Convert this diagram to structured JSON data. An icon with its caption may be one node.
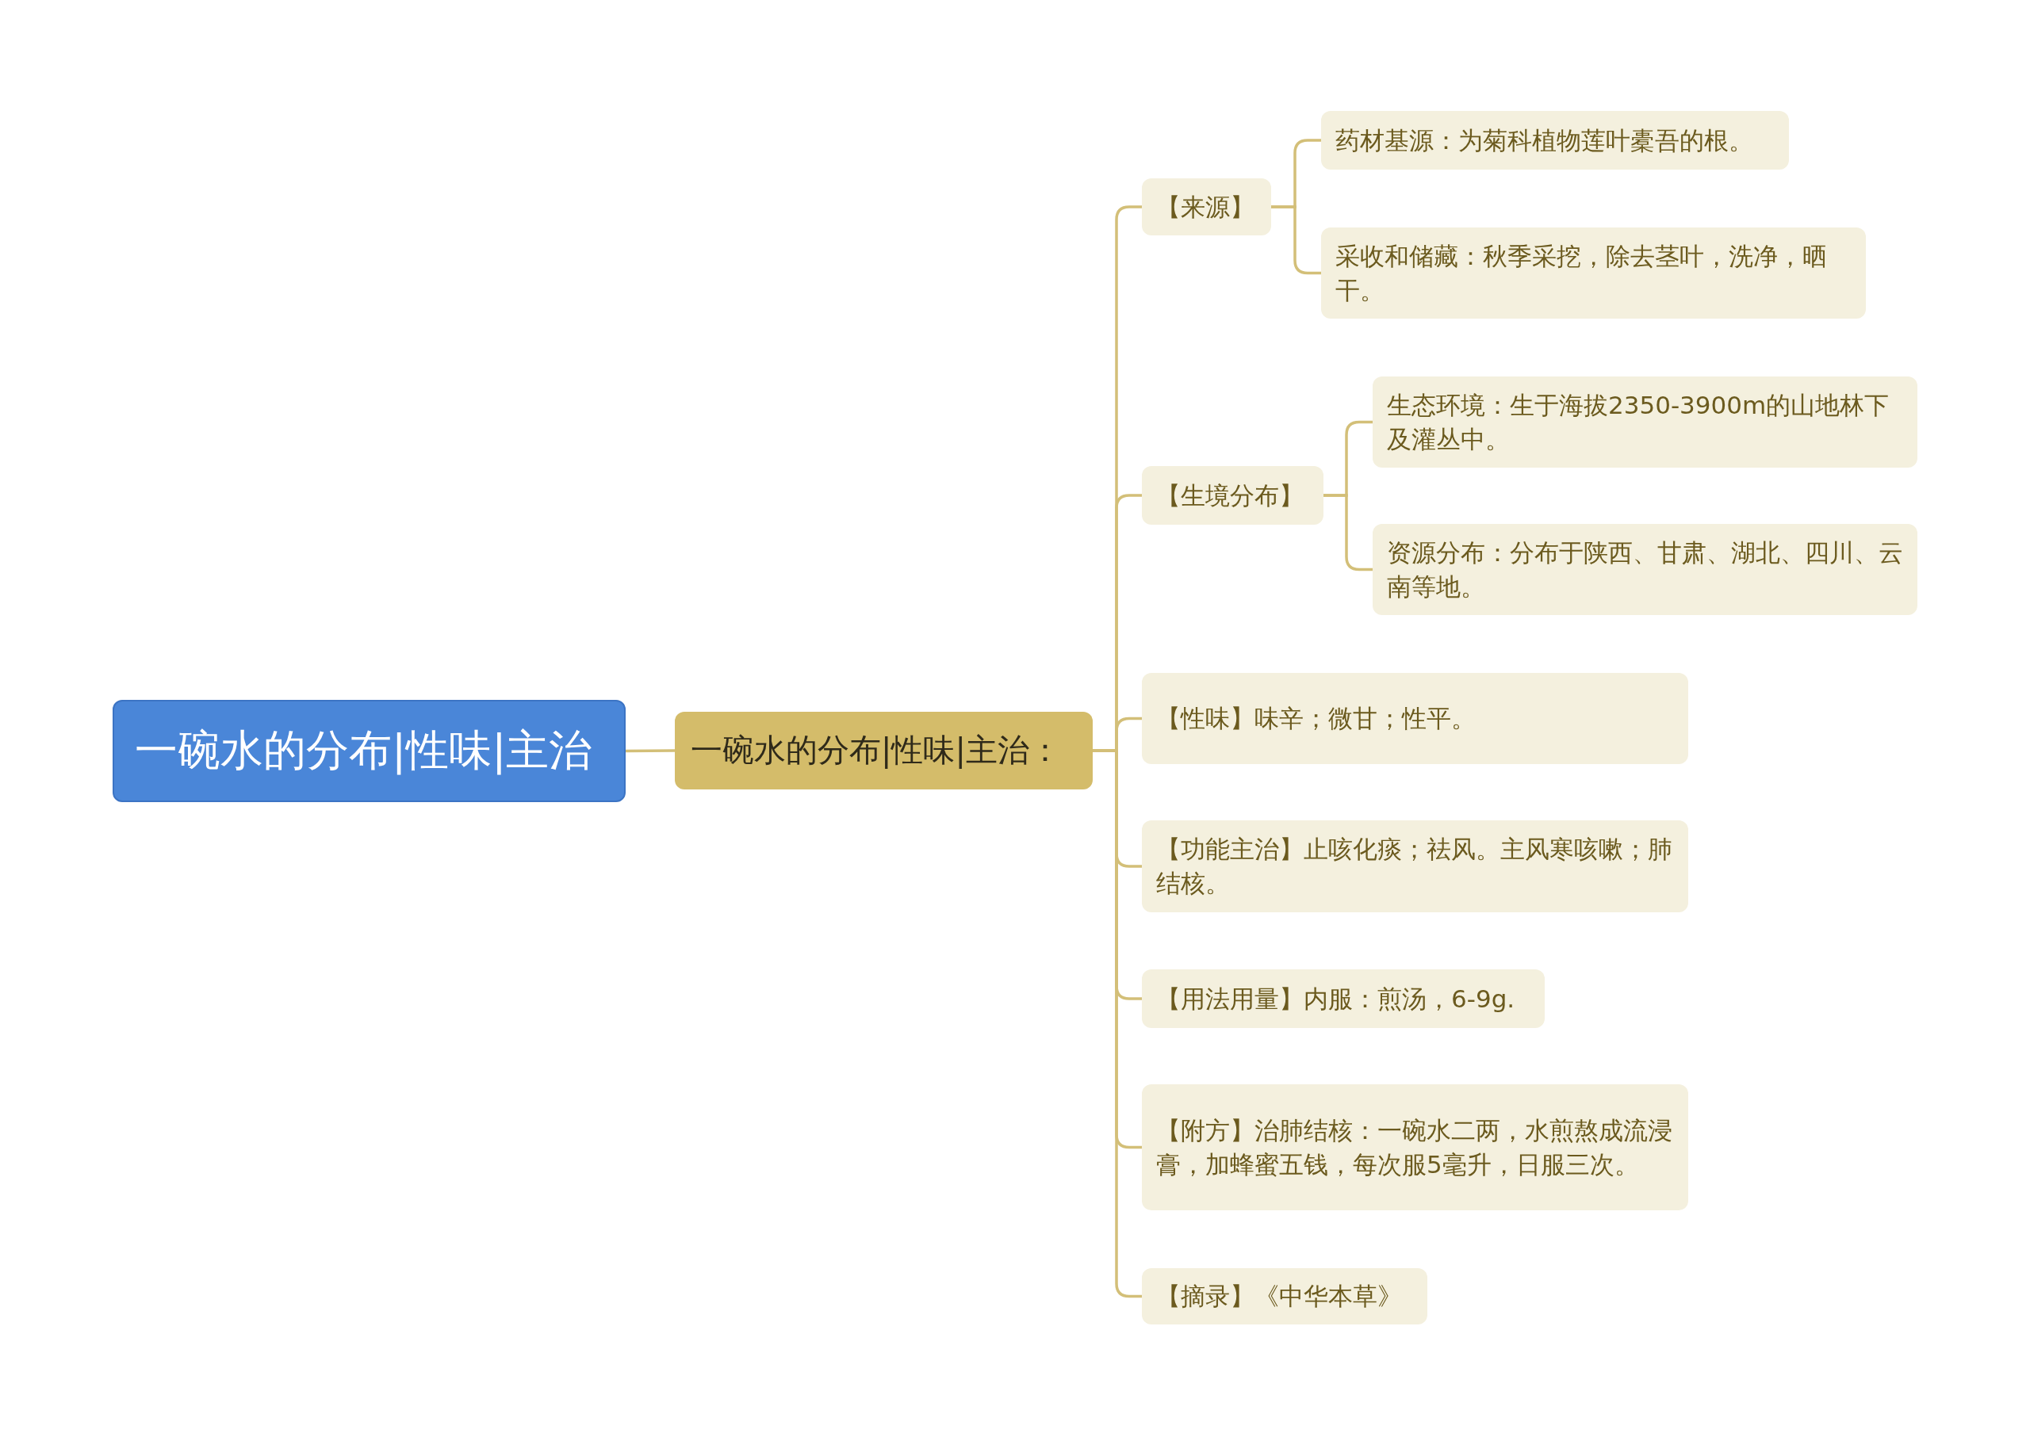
{
  "diagram": {
    "nodes": [
      {
        "text": [
          "一碗水的分布|性味|主治"
        ]
      },
      {
        "text": [
          "一碗水的分布|性味|主治："
        ]
      },
      {
        "text": [
          "【来源】"
        ]
      },
      {
        "text": [
          "药材基源：为菊科植物莲叶橐吾的根。"
        ]
      },
      {
        "text": [
          "采收和储藏：秋季采挖，除去茎叶，洗净，晒干。"
        ]
      },
      {
        "text": [
          "【生境分布】"
        ]
      },
      {
        "text": [
          "生态环境：生于海拔2350-3900m的山地林下及灌丛中。"
        ]
      },
      {
        "text": [
          "资源分布：分布于陕西、甘肃、湖北、四川、云南等地。"
        ]
      },
      {
        "text": [
          "【性味】味辛；微甘；性平。"
        ]
      },
      {
        "text": [
          "【功能主治】止咳化痰；祛风。主风寒咳嗽；肺结核。"
        ]
      },
      {
        "text": [
          "【用法用量】内服：煎汤，6-9g."
        ]
      },
      {
        "text": [
          "【附方】治肺结核：一碗水二两，水煎熬成流浸膏，加蜂蜜五钱，每次服5毫升，日服三次。"
        ]
      },
      {
        "text": [
          "【摘录】《中华本草》"
        ]
      }
    ],
    "edges": [
      {
        "from": 0,
        "to": 1,
        "arrow": "none"
      },
      {
        "from": 1,
        "to": 2,
        "arrow": "none"
      },
      {
        "from": 2,
        "to": 3,
        "arrow": "none"
      },
      {
        "from": 2,
        "to": 4,
        "arrow": "none"
      },
      {
        "from": 1,
        "to": 5,
        "arrow": "none"
      },
      {
        "from": 5,
        "to": 6,
        "arrow": "none"
      },
      {
        "from": 5,
        "to": 7,
        "arrow": "none"
      },
      {
        "from": 1,
        "to": 8,
        "arrow": "none"
      },
      {
        "from": 1,
        "to": 9,
        "arrow": "none"
      },
      {
        "from": 1,
        "to": 10,
        "arrow": "none"
      },
      {
        "from": 1,
        "to": 11,
        "arrow": "none"
      },
      {
        "from": 1,
        "to": 12,
        "arrow": "none"
      }
    ]
  }
}
